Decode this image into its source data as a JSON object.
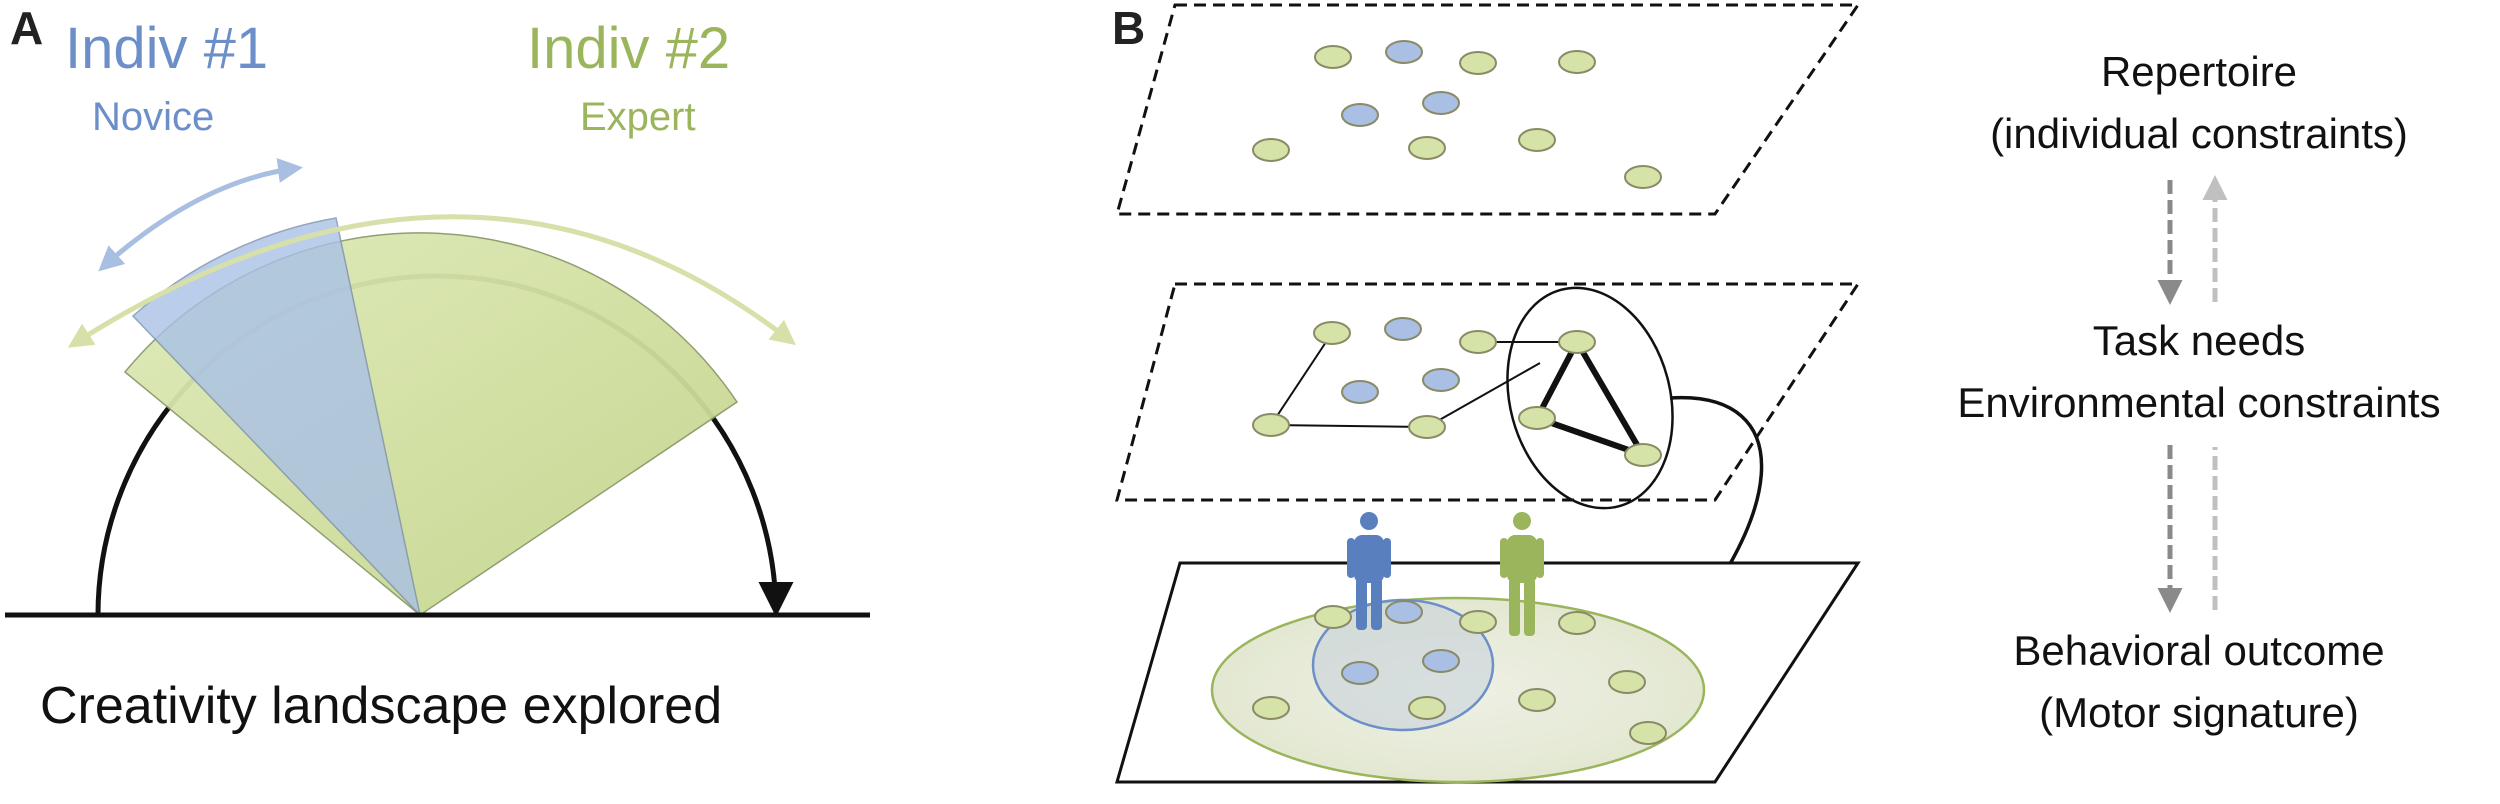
{
  "panel_a": {
    "letter": "A",
    "indiv1": {
      "title": "Indiv #1",
      "subtitle": "Novice",
      "color": "#6d8fc9"
    },
    "indiv2": {
      "title": "Indiv #2",
      "subtitle": "Expert",
      "color": "#9ab55c"
    },
    "caption": "Creativity landscape explored"
  },
  "panel_b": {
    "letter": "B",
    "labels": {
      "repertoire_line1": "Repertoire",
      "repertoire_line2": "(individual constraints)",
      "task_line1": "Task needs",
      "task_line2": "Environmental constraints",
      "outcome_line1": "Behavioral outcome",
      "outcome_line2": "(Motor signature)"
    }
  },
  "colors": {
    "novice_blue": "#6d8fc9",
    "expert_green": "#9ab55c",
    "node_green": "#d6e3a8",
    "node_blue": "#a9bfe3"
  }
}
